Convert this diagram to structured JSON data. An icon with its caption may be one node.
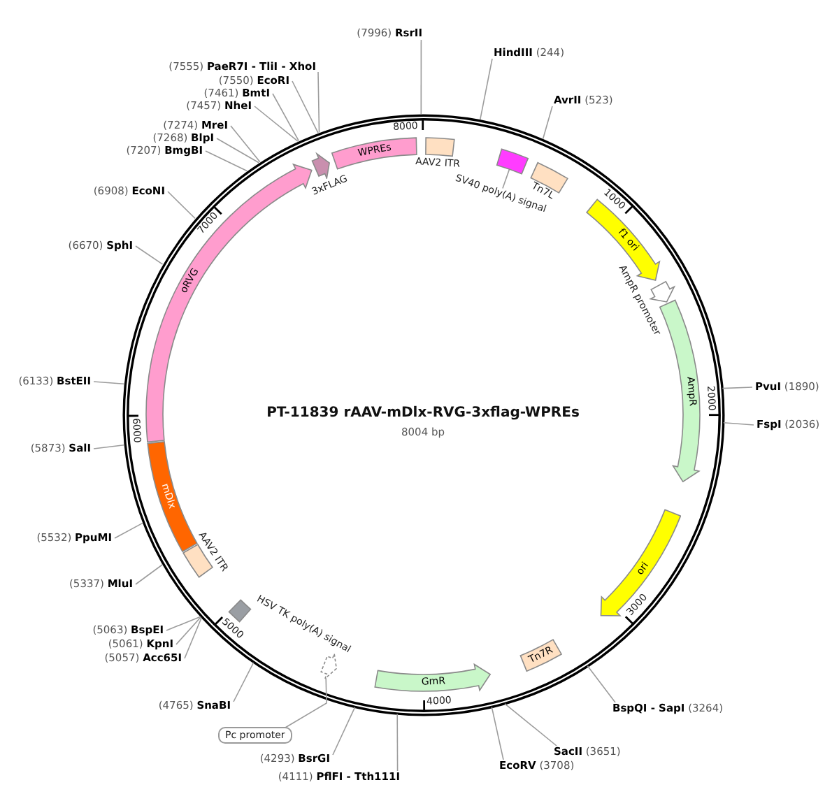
{
  "diagram": {
    "title": "PT-11839 rAAV-mDlx-RVG-3xflag-WPREs",
    "nodes": [
      {
        "text": [],
        "shape": "circle"
      },
      {
        "text": [],
        "shape": "box",
        "beside": [
          "AAV2 ITR"
        ],
        "in": 0
      },
      {
        "text": [],
        "shape": "box",
        "in": 0
      },
      {
        "text": [
          "SV40 poly(A) signal"
        ],
        "in": 0
      },
      {
        "text": [],
        "shape": "box",
        "beside": [
          "Tn7L"
        ],
        "in": 0
      },
      {
        "text": [
          "f1 ori"
        ],
        "in": 0
      },
      {
        "text": [],
        "shape": "arrow",
        "beside": [
          "AmpR promoter"
        ],
        "in": 0
      },
      {
        "text": [
          "AmpR"
        ],
        "in": 0
      },
      {
        "text": [
          "ori"
        ],
        "in": 0
      },
      {
        "text": [
          "Tn7R"
        ],
        "in": 0
      },
      {
        "text": [
          "GmR"
        ],
        "in": 0
      },
      {
        "text": [],
        "shape": "arrow",
        "in": 0
      },
      {
        "text": [
          "Pc promoter"
        ]
      },
      {
        "text": [],
        "shape": "box",
        "beside": [
          "HSV TK poly(A) signal"
        ],
        "in": 0
      },
      {
        "text": [],
        "shape": "box",
        "beside": [
          "AAV2 ITR"
        ],
        "in": 0
      },
      {
        "text": [
          "mDlx"
        ],
        "in": 0
      },
      {
        "text": [
          "oRVG"
        ],
        "in": 0
      },
      {
        "text": [],
        "shape": "arrow",
        "beside": [
          "3xFLAG"
        ],
        "in": 0
      },
      {
        "text": [
          "WPREs"
        ],
        "in": 0
      },
      {
        "text": [
          "**HindIII** (244)"
        ]
      },
      {
        "text": [
          "**AvrII** (523)"
        ]
      },
      {
        "text": [
          "**PvuI** (1890)"
        ]
      },
      {
        "text": [
          "**FspI** (2036)"
        ]
      },
      {
        "text": [
          "**BspQI - SapI** (3264)"
        ]
      },
      {
        "text": [
          "**SacII** (3651)"
        ]
      },
      {
        "text": [
          "**EcoRV** (3708)"
        ]
      },
      {
        "text": [
          "(4111) **PflFI - Tth111I**"
        ]
      },
      {
        "text": [
          "(4293) **BsrGI**"
        ]
      },
      {
        "text": [
          "(4765) **SnaBI**"
        ]
      },
      {
        "text": [
          "(5057) **Acc65I**"
        ]
      },
      {
        "text": [
          "(5061) **KpnI**"
        ]
      },
      {
        "text": [
          "(5063) **BspEI**"
        ]
      },
      {
        "text": [
          "(5337) **MluI**"
        ]
      },
      {
        "text": [
          "(5532) **PpuMI**"
        ]
      },
      {
        "text": [
          "(5873) **SalI**"
        ]
      },
      {
        "text": [
          "(6133) **BstEII**"
        ]
      },
      {
        "text": [
          "(6670) **SphI**"
        ]
      },
      {
        "text": [
          "(6908) **EcoNI**"
        ]
      },
      {
        "text": [
          "(7207) **BmgBI**"
        ]
      },
      {
        "text": [
          "(7268) **BlpI**"
        ]
      },
      {
        "text": [
          "(7274) **MreI**"
        ]
      },
      {
        "text": [
          "(7457) **NheI**"
        ]
      },
      {
        "text": [
          "(7461) **BmtI**"
        ]
      },
      {
        "text": [
          "(7550) **EcoRI**"
        ]
      },
      {
        "text": [
          "(7555) **PaeR7I - TliI - XhoI**"
        ]
      },
      {
        "text": [
          "(7996) **RsrII**"
        ]
      }
    ],
    "edges": [
      {
        "from": 3,
        "to": 2,
        "arrow": "none"
      },
      {
        "from": 12,
        "to": 11,
        "arrow": "none"
      },
      {
        "from": 19,
        "to": 0,
        "arrow": "none"
      },
      {
        "from": 20,
        "to": 0,
        "arrow": "none"
      },
      {
        "from": 21,
        "to": 0,
        "arrow": "none"
      },
      {
        "from": 22,
        "to": 0,
        "arrow": "none"
      },
      {
        "from": 23,
        "to": 0,
        "arrow": "none"
      },
      {
        "from": 24,
        "to": 0,
        "arrow": "none"
      },
      {
        "from": 25,
        "to": 0,
        "arrow": "none"
      },
      {
        "from": 26,
        "to": 0,
        "arrow": "none"
      },
      {
        "from": 27,
        "to": 0,
        "arrow": "none"
      },
      {
        "from": 28,
        "to": 0,
        "arrow": "none"
      },
      {
        "from": 29,
        "to": 0,
        "arrow": "none"
      },
      {
        "from": 30,
        "to": 0,
        "arrow": "none"
      },
      {
        "from": 31,
        "to": 0,
        "arrow": "none"
      },
      {
        "from": 32,
        "to": 0,
        "arrow": "none"
      },
      {
        "from": 33,
        "to": 0,
        "arrow": "none"
      },
      {
        "from": 34,
        "to": 0,
        "arrow": "none"
      },
      {
        "from": 35,
        "to": 0,
        "arrow": "none"
      },
      {
        "from": 36,
        "to": 0,
        "arrow": "none"
      },
      {
        "from": 37,
        "to": 0,
        "arrow": "none"
      },
      {
        "from": 38,
        "to": 0,
        "arrow": "none"
      },
      {
        "from": 39,
        "to": 0,
        "arrow": "none"
      },
      {
        "from": 40,
        "to": 0,
        "arrow": "none"
      },
      {
        "from": 41,
        "to": 0,
        "arrow": "none"
      },
      {
        "from": 42,
        "to": 0,
        "arrow": "none"
      },
      {
        "from": 43,
        "to": 0,
        "arrow": "none"
      },
      {
        "from": 44,
        "to": 0,
        "arrow": "none"
      },
      {
        "from": 45,
        "to": 0,
        "arrow": "none"
      }
    ],
    "labels": [
      "8004 bp",
      "1000",
      "2000",
      "3000",
      "4000",
      "5000",
      "6000",
      "7000",
      "8000"
    ]
  }
}
